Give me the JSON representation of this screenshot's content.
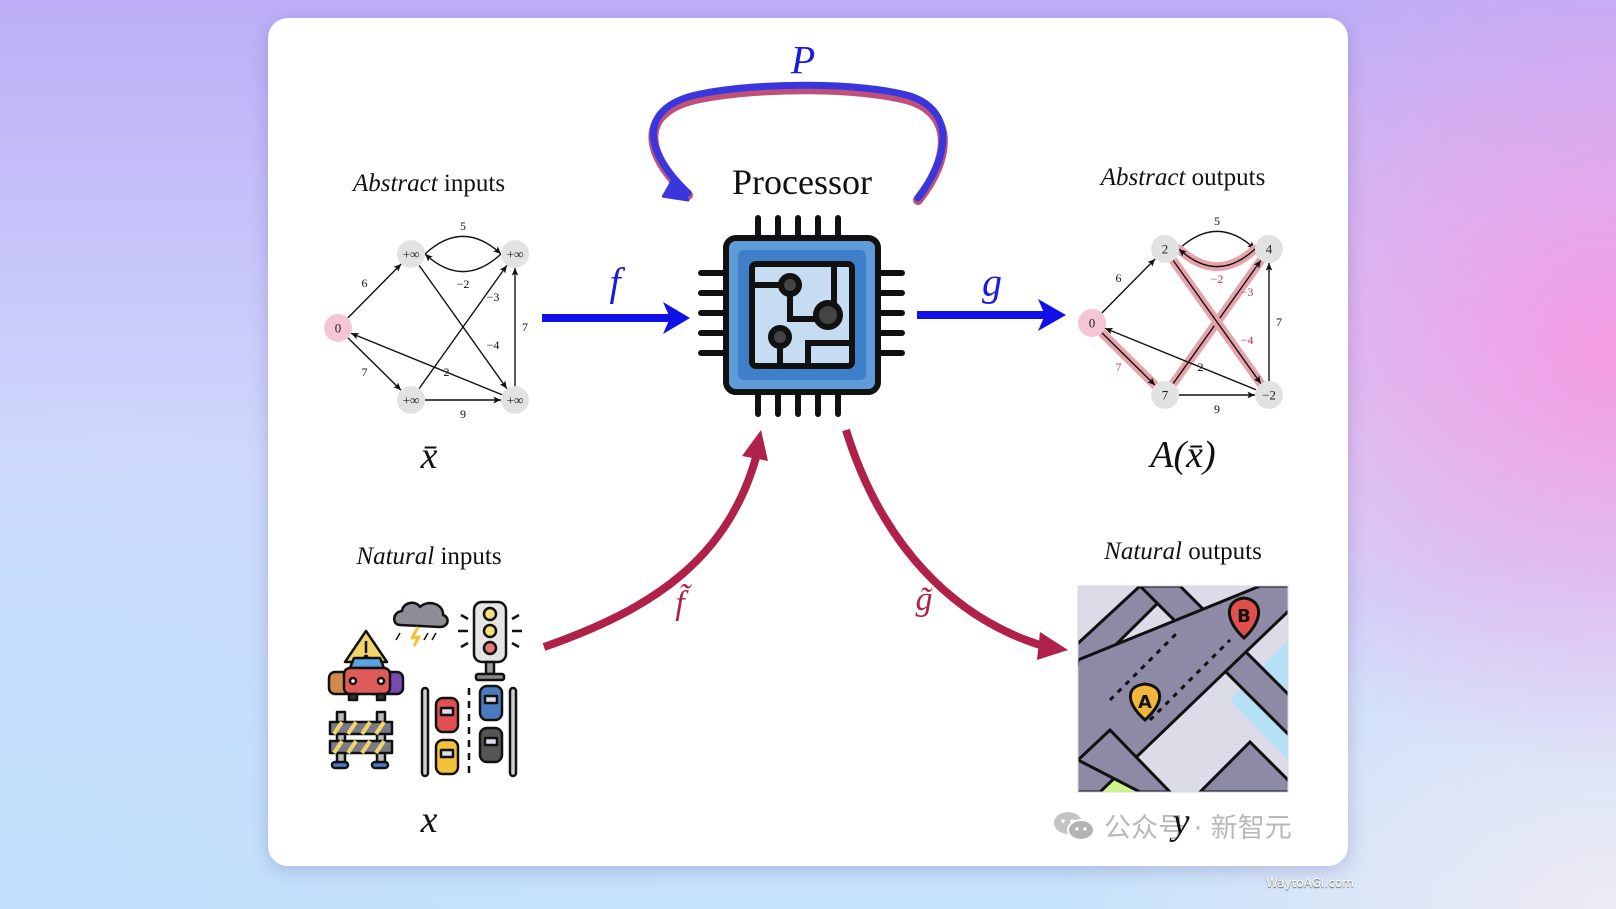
{
  "diagram": {
    "processor": {
      "label": "Processor",
      "loop_label": "P"
    },
    "abstract_inputs": {
      "title_italic": "Abstract",
      "title_rest": " inputs",
      "symbol": "x̄",
      "nodes": [
        {
          "id": "s",
          "label": "0",
          "highlight": true
        },
        {
          "id": "a",
          "label": "+∞"
        },
        {
          "id": "b",
          "label": "+∞"
        },
        {
          "id": "c",
          "label": "+∞"
        },
        {
          "id": "d",
          "label": "+∞"
        }
      ]
    },
    "abstract_outputs": {
      "title_italic": "Abstract",
      "title_rest": " outputs",
      "symbol": "A(x̄)",
      "nodes": [
        {
          "id": "s",
          "label": "0",
          "highlight": true
        },
        {
          "id": "a",
          "label": "2"
        },
        {
          "id": "b",
          "label": "4"
        },
        {
          "id": "c",
          "label": "7"
        },
        {
          "id": "d",
          "label": "−2"
        }
      ]
    },
    "edges": [
      {
        "from": "s",
        "to": "a",
        "weight": "6"
      },
      {
        "from": "a",
        "to": "b",
        "weight": "5"
      },
      {
        "from": "b",
        "to": "a",
        "weight": "−2",
        "shortest_path": true
      },
      {
        "from": "c",
        "to": "b",
        "weight": "−3",
        "shortest_path": true
      },
      {
        "from": "a",
        "to": "d",
        "weight": "−4",
        "shortest_path": true
      },
      {
        "from": "d",
        "to": "b",
        "weight": "7"
      },
      {
        "from": "s",
        "to": "c",
        "weight": "7",
        "shortest_path": true
      },
      {
        "from": "d",
        "to": "s",
        "weight": "2"
      },
      {
        "from": "c",
        "to": "d",
        "weight": "9"
      }
    ],
    "natural_inputs": {
      "title_italic": "Natural",
      "title_rest": " inputs",
      "symbol": "x",
      "icons": [
        "warning-icon",
        "storm-cloud-icon",
        "traffic-light-icon",
        "car-crash-icon",
        "road-barrier-icon",
        "road-lanes-icon"
      ]
    },
    "natural_outputs": {
      "title_italic": "Natural",
      "title_rest": " outputs",
      "symbol": "y",
      "icons": [
        "city-map-icon"
      ],
      "map_pins": [
        "A",
        "B"
      ]
    },
    "arrows": {
      "encoder": "f",
      "decoder": "g",
      "natural_encoder": "f̃",
      "natural_decoder": "g̃"
    },
    "colors": {
      "abstract_arrow": "#1010e8",
      "natural_arrow": "#b0214a",
      "highlight_node": "#f4c6d3",
      "node": "#e2e2e2",
      "path_highlight": "#e7a3ac",
      "chip_blue": "#3f7fc9"
    }
  },
  "watermark": {
    "text": "公众号 · 新智元",
    "site": "WaytoAGI.com"
  }
}
